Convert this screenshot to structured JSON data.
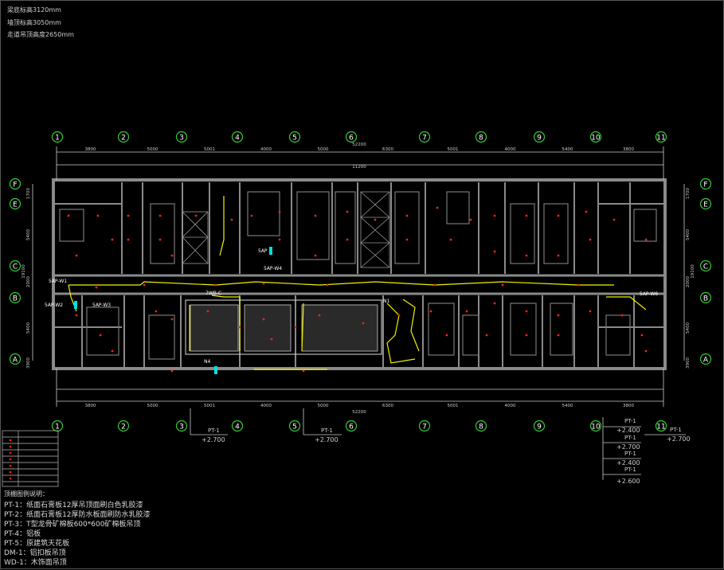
{
  "header_notes": [
    "梁底标高3120mm",
    "墙顶标高3050mm",
    "走道吊顶高度2650mm"
  ],
  "grid_axes": {
    "columns": [
      "1",
      "2",
      "3",
      "4",
      "5",
      "6",
      "7",
      "8",
      "9",
      "10",
      "11"
    ],
    "rows_left": [
      "F",
      "E",
      "C",
      "B",
      "A"
    ],
    "rows_right": [
      "F",
      "E",
      "C",
      "B",
      "A"
    ]
  },
  "dimensions": {
    "top_total": "52200",
    "top_spans": [
      "3800",
      "5000",
      "5001",
      "4000",
      "5000",
      "6300",
      "5001",
      "4000",
      "5400",
      "3800"
    ],
    "top_mid": "11200",
    "bottom_total": "52200",
    "bottom_spans": [
      "3800",
      "5000",
      "5001",
      "4000",
      "5000",
      "6300",
      "5001",
      "4000",
      "5400",
      "3800"
    ],
    "left_vertical": [
      "1700",
      "5400",
      "2000",
      "5400",
      "3900"
    ],
    "right_vertical": [
      "1700",
      "5400",
      "2000",
      "5400",
      "3900"
    ],
    "left_total": "19100",
    "right_total": "19100"
  },
  "tags": {
    "sap_top": "5AP",
    "sap_w4": "5AP-W4",
    "sap_w1": "5AP-W1",
    "sap_w2": "5AP-W2",
    "sap_w3": "5AP-W3",
    "sap_w6": "5AP-W6",
    "room_mark": "7WB-C",
    "n4": "N4",
    "n1": "N1"
  },
  "elevation_marks": [
    {
      "code": "PT-1",
      "value": "+2.700"
    },
    {
      "code": "PT-1",
      "value": "+2.700"
    },
    {
      "code": "PT-1",
      "value": "+2.400"
    },
    {
      "code": "PT-1",
      "value": "+2.700"
    },
    {
      "code": "PT-1",
      "value": "+2.400"
    },
    {
      "code": "PT-1",
      "value": "+2.600"
    },
    {
      "code": "PT-1",
      "value": "+2.700"
    }
  ],
  "legend_title": "顶棚图例说明：",
  "legend_items": [
    "PT-1：纸面石膏板12厚吊顶面刷白色乳胶漆",
    "PT-2：纸面石膏板12厚防水板面刷防水乳胶漆",
    "PT-3：T型龙骨矿棉板600*600矿棉板吊顶",
    "PT-4：铝板",
    "PT-5：原建筑天花板",
    "DM-1：铝扣板吊顶",
    "WD-1：木饰面吊顶"
  ],
  "colors": {
    "wall": "#8a8a8a",
    "grid_circle": "#33cc33",
    "dimension": "#cccccc",
    "wire": "#f0f000",
    "lamp": "#ff2020",
    "accent": "#00e0e0"
  }
}
